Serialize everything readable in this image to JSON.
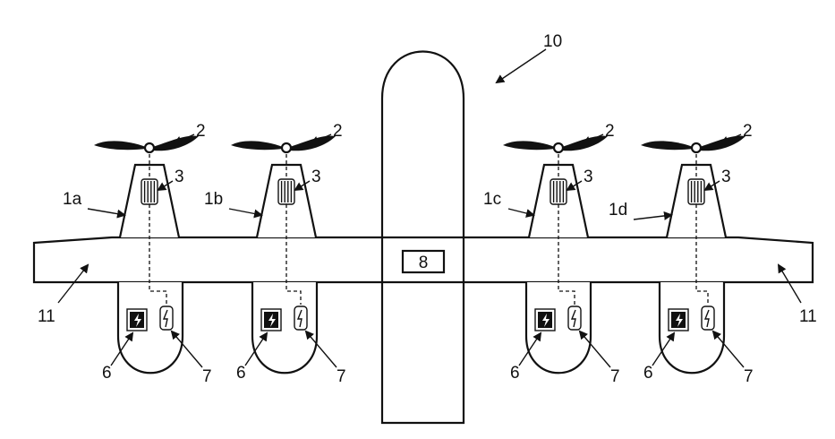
{
  "figure": {
    "reference_aircraft": "10",
    "wing_ref": "11",
    "controller_ref": "8",
    "units": [
      {
        "id": "1a",
        "propeller_ref": "2",
        "motor_ref": "3",
        "battery_ref": "6",
        "generator_ref": "7"
      },
      {
        "id": "1b",
        "propeller_ref": "2",
        "motor_ref": "3",
        "battery_ref": "6",
        "generator_ref": "7"
      },
      {
        "id": "1c",
        "propeller_ref": "2",
        "motor_ref": "3",
        "battery_ref": "6",
        "generator_ref": "7"
      },
      {
        "id": "1d",
        "propeller_ref": "2",
        "motor_ref": "3",
        "battery_ref": "6",
        "generator_ref": "7"
      }
    ]
  }
}
